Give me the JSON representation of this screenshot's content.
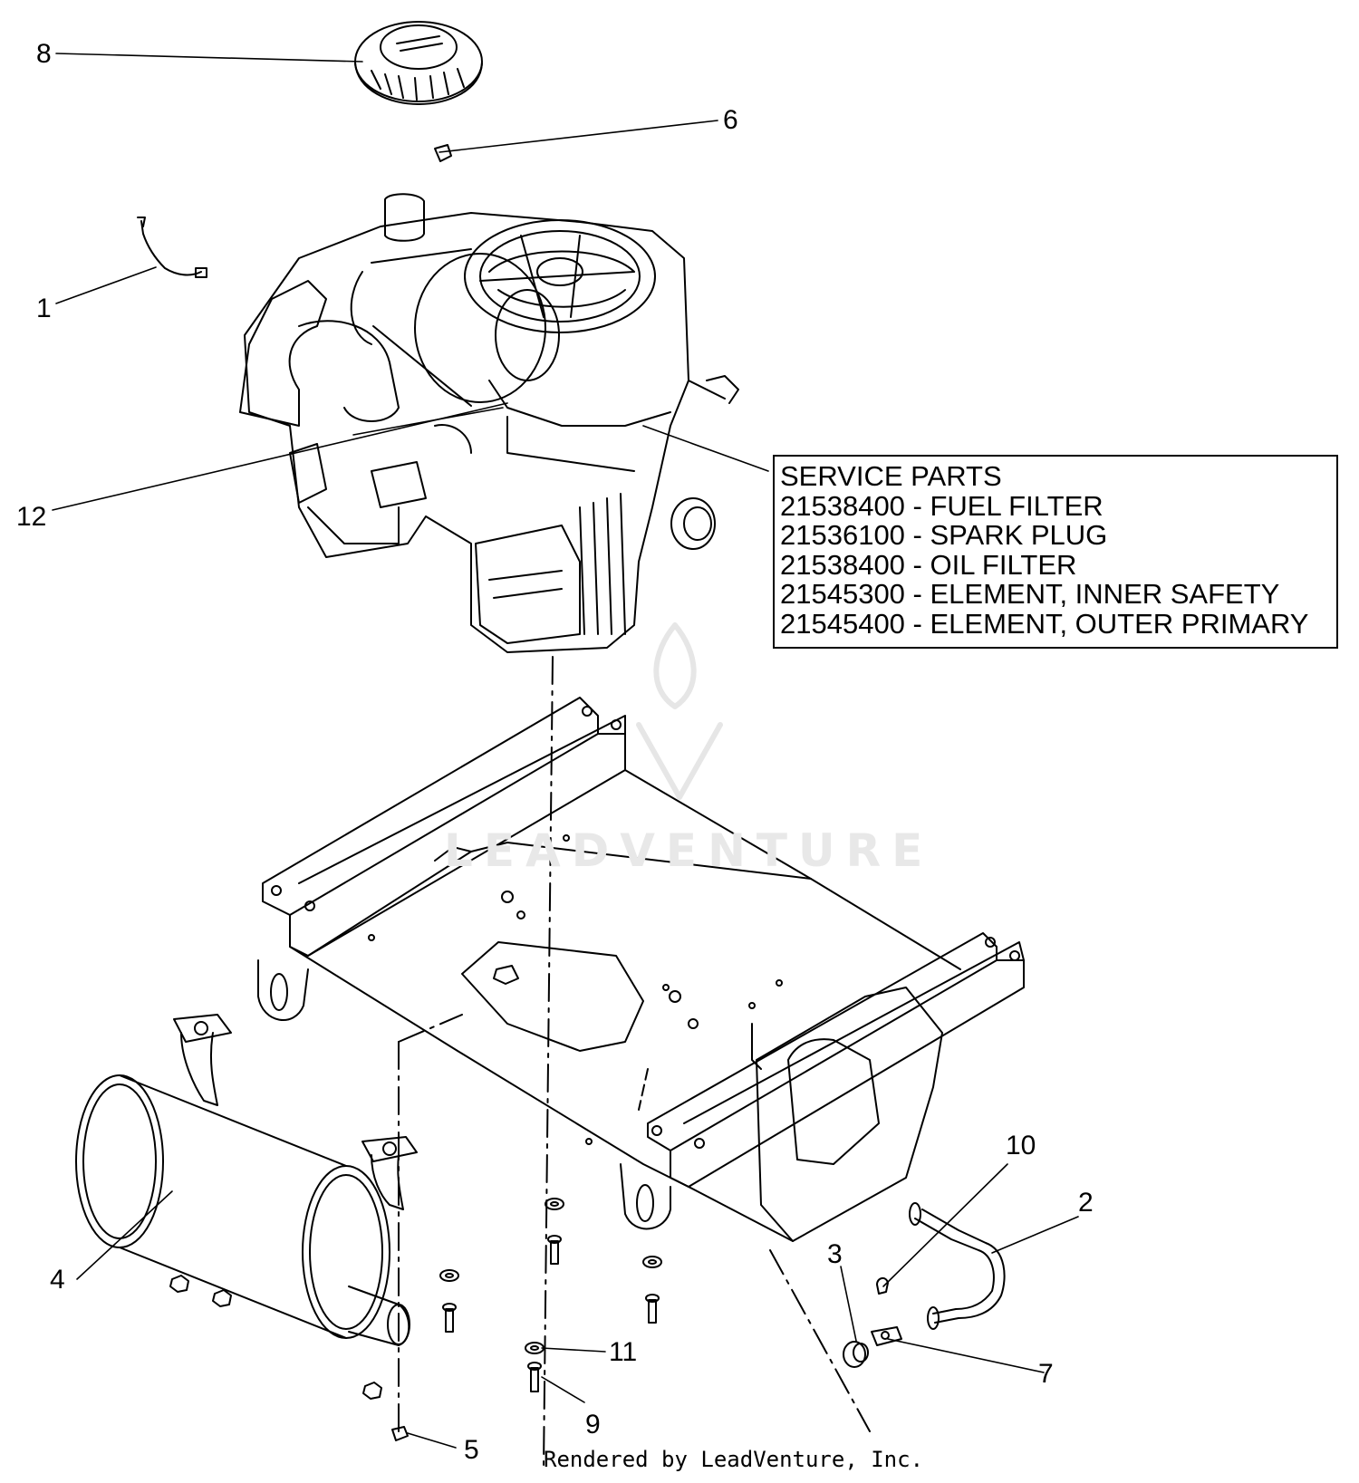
{
  "callouts": {
    "c1": "1",
    "c2": "2",
    "c3": "3",
    "c4": "4",
    "c5": "5",
    "c6": "6",
    "c7": "7",
    "c8": "8",
    "c9": "9",
    "c10": "10",
    "c11": "11",
    "c12": "12"
  },
  "service_parts": {
    "title": "SERVICE PARTS",
    "items": [
      "21538400 - FUEL FILTER",
      "21536100 - SPARK PLUG",
      "21538400 - OIL FILTER",
      "21545300 - ELEMENT, INNER SAFETY",
      "21545400 - ELEMENT, OUTER PRIMARY"
    ]
  },
  "watermark": "LEADVENTURE",
  "footer": "Rendered by LeadVenture, Inc."
}
